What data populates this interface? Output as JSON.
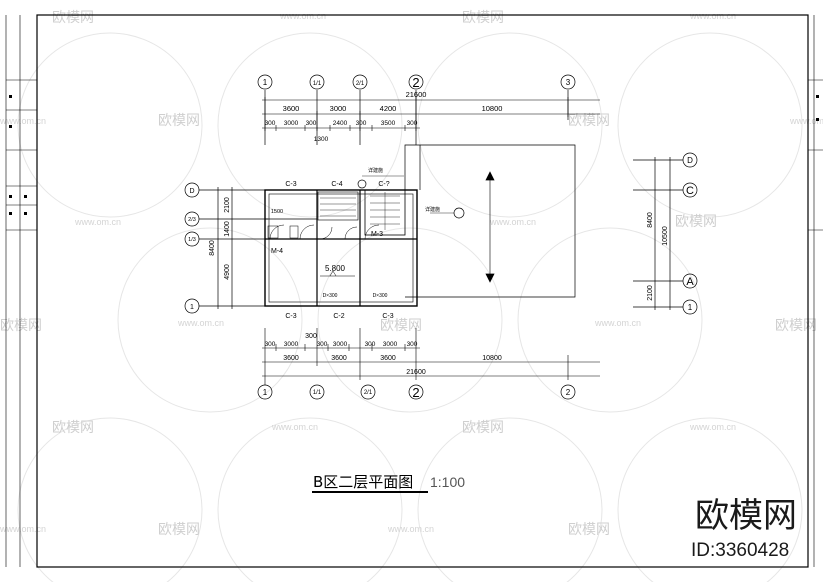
{
  "watermark": {
    "brand": "欧模网",
    "url": "www.om.cn"
  },
  "stamp": {
    "brand": "欧模网",
    "id": "ID:3360428"
  },
  "drawing": {
    "title": "B区二层平面图",
    "scale": "1:100"
  },
  "axes_top": [
    "1",
    "1/1",
    "2/1",
    "2",
    "3"
  ],
  "axes_right": [
    "D",
    "C",
    "A",
    "1"
  ],
  "axes_left": [
    "D",
    "2/3",
    "1/3",
    "1"
  ],
  "axes_bottom": [
    "1",
    "1/1",
    "2/1",
    "2",
    "2"
  ],
  "dims_top": {
    "total": "21600",
    "row2": [
      "3600",
      "3000",
      "4200",
      "10800"
    ],
    "row3": [
      "300",
      "3000",
      "300",
      "2400",
      "300",
      "3500",
      "300"
    ],
    "row4": "1300"
  },
  "dims_bottom": {
    "row1": "300",
    "row2": [
      "300",
      "3000",
      "300",
      "3000",
      "300",
      "3000",
      "300"
    ],
    "row3": [
      "3600",
      "3600",
      "3600",
      "10800"
    ],
    "total": "21600"
  },
  "dims_left": [
    "2100",
    "1400",
    "8400",
    "4900"
  ],
  "dims_right": [
    "8400",
    "10500",
    "2100"
  ],
  "rooms": {
    "windows": [
      "C-3",
      "C-4",
      "C-?",
      "C-3",
      "C-2",
      "C-3"
    ],
    "doors": [
      "M-4",
      "M-3"
    ],
    "level": "5.800",
    "notes": [
      "D×300",
      "D×300",
      "详建施",
      "详建施"
    ],
    "label_1500": "1500"
  }
}
